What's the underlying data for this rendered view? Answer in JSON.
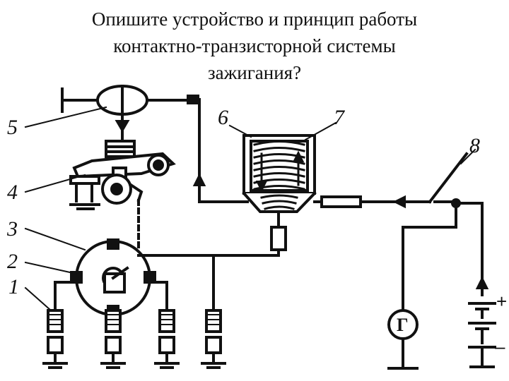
{
  "title": {
    "line1": "Опишите устройство и принцип работы",
    "line2": "контактно-транзисторной системы",
    "line3": "зажигания?"
  },
  "labels": {
    "n1": "1",
    "n2": "2",
    "n3": "3",
    "n4": "4",
    "n5": "5",
    "n6": "6",
    "n7": "7",
    "n8": "8"
  },
  "generator_label": "Г",
  "battery_plus": "+",
  "battery_minus": "–"
}
